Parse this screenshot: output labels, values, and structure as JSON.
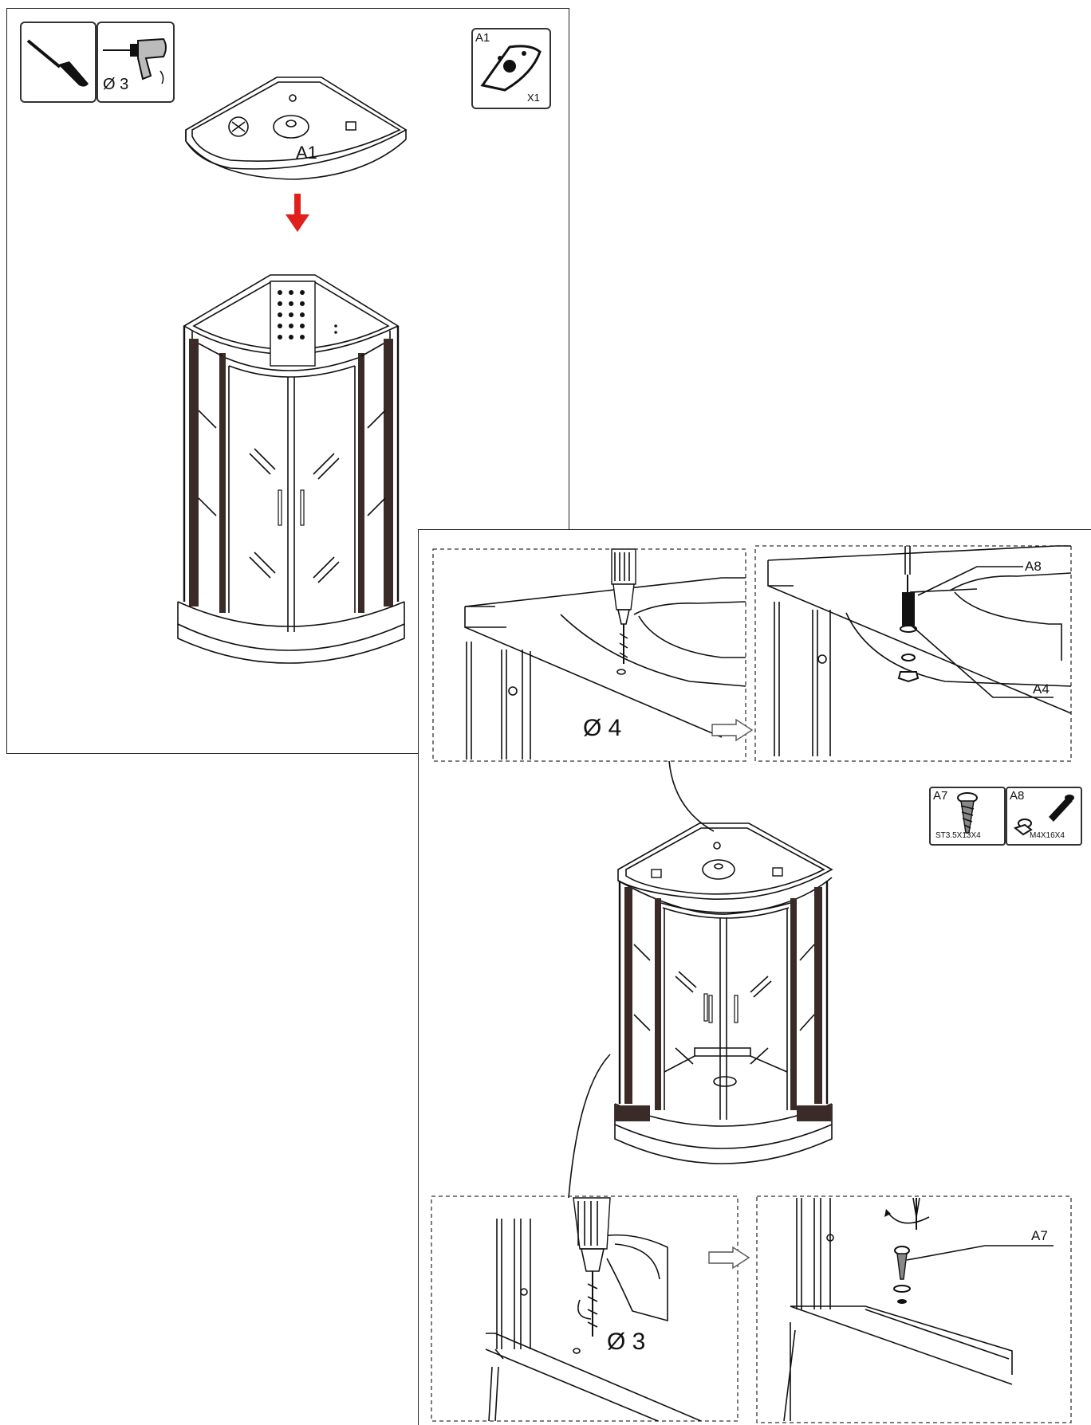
{
  "step1": {
    "tool_drill_size": "Ø 3",
    "part_code": "A1",
    "part_qty": "X1",
    "roof_label": "A1"
  },
  "step2": {
    "drill_size_top": "Ø 4",
    "label_a8": "A8",
    "label_a4": "A4",
    "part_a7_code": "A7",
    "part_a7_spec": "ST3.5X13X4",
    "part_a8_code": "A8",
    "part_a8_spec": "M4X16X4",
    "drill_size_bottom": "Ø 3",
    "label_a7": "A7"
  },
  "colors": {
    "arrow": "#e0201b",
    "line": "#111111"
  },
  "icons": [
    "screwdriver-icon",
    "drill-icon",
    "corner-roof-part-icon",
    "self-tapping-screw-icon",
    "bolt-nut-icon",
    "arrow-down-icon",
    "arrow-right-icon"
  ]
}
